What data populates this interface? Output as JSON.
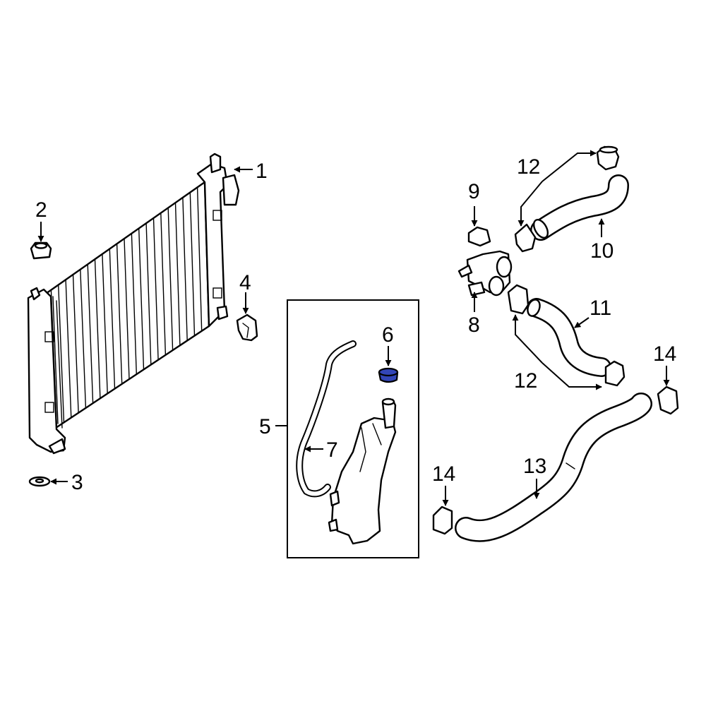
{
  "highlight_color": "#3346b8",
  "highlighted_part": "6",
  "callouts": {
    "c1": "1",
    "c2": "2",
    "c3": "3",
    "c4": "4",
    "c5": "5",
    "c6": "6",
    "c7": "7",
    "c8": "8",
    "c9": "9",
    "c10": "10",
    "c11": "11",
    "c12a": "12",
    "c12b": "12",
    "c13": "13",
    "c14a": "14",
    "c14b": "14"
  }
}
